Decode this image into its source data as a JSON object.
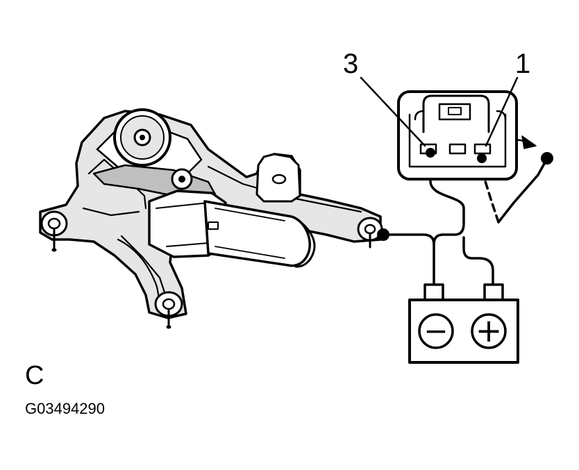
{
  "figure": {
    "view_letter": "C",
    "figure_code": "G03494290"
  },
  "connector": {
    "pin_labels": [
      "3",
      "1"
    ]
  },
  "battery": {
    "negative_symbol": "−",
    "positive_symbol": "+"
  },
  "colors": {
    "ink": "#000000",
    "fill_light": "#ffffff",
    "fill_shade": "#e6e6e6",
    "fill_mid": "#bfbfbf"
  }
}
